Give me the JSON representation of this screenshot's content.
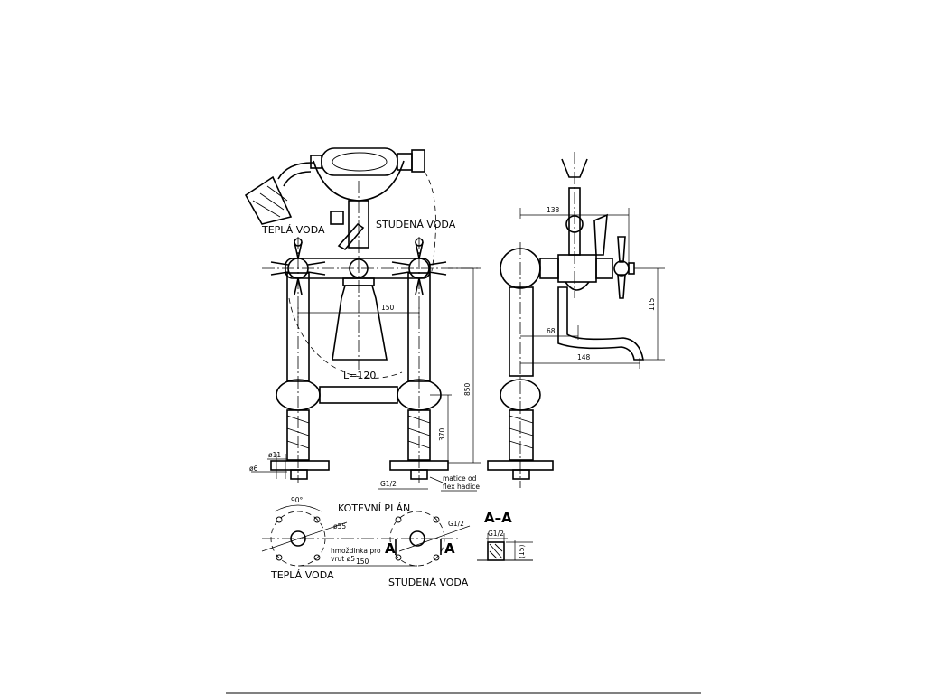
{
  "labels": {
    "hot_water": "TEPLÁ VODA",
    "cold_water": "STUDENÁ VODA",
    "hose_length": "L=120",
    "anchor_plan": "KOTEVNÍ PLÁN",
    "hot_water_plan": "TEPLÁ VODA",
    "cold_water_plan": "STUDENÁ VODA",
    "section": "A–A",
    "section_mark_left": "A",
    "section_mark_right": "A",
    "dowel_note_1": "hmoždinka pro",
    "dowel_note_2": "vrut ø5",
    "nut_note_1": "matice od",
    "nut_note_2": "flex hadice"
  },
  "dimensions": {
    "centers_150": "150",
    "height_850": "850",
    "height_370": "370",
    "d11": "ø11",
    "d6": "ø6",
    "thread_g12": "G1/2",
    "width_138": "138",
    "height_115": "115",
    "reach_68": "68",
    "reach_148": "148",
    "angle_90": "90°",
    "d55": "ø55",
    "plan_thread": "G1/2",
    "plan_150": "150",
    "section_thread": "G1/2",
    "section_15": "(15)"
  }
}
